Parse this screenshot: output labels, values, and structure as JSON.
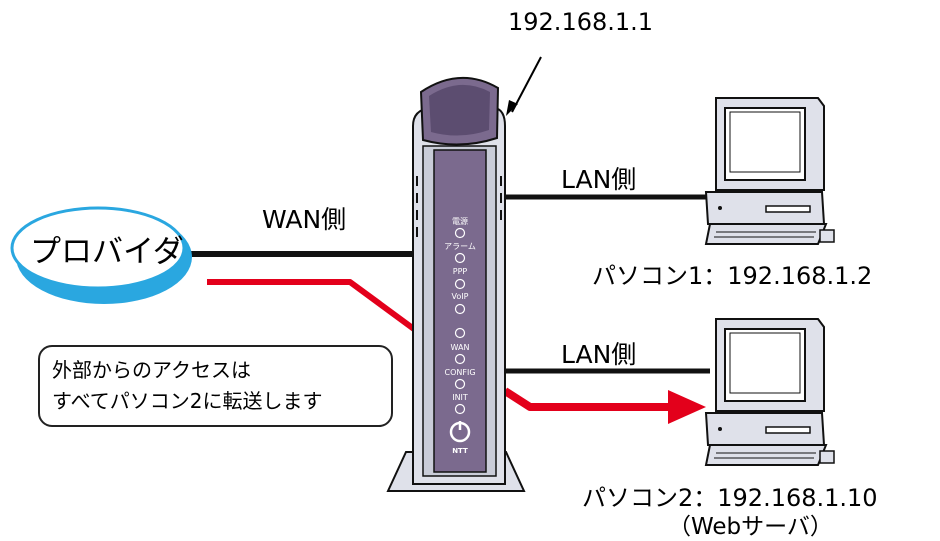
{
  "router": {
    "ip": "192.168.1.1",
    "leds": [
      "電源",
      "アラーム",
      "PPP",
      "VoIP",
      "WAN",
      "CONFIG",
      "INIT"
    ],
    "brand": "NTT"
  },
  "provider": {
    "label": "プロバイダ"
  },
  "wan": {
    "label": "WAN側"
  },
  "lan1": {
    "label": "LAN側"
  },
  "lan2": {
    "label": "LAN側"
  },
  "pc1": {
    "label": "パソコン1：192.168.1.2"
  },
  "pc2": {
    "label": "パソコン2：192.168.1.10",
    "sublabel": "（Webサーバ）"
  },
  "note": {
    "line1": "外部からのアクセスは",
    "line2": "すべてパソコン2に転送します"
  },
  "colors": {
    "cable": "#111111",
    "forward_arrow": "#e3001b",
    "router_body": "#7b6a8e",
    "router_dark": "#5c4d70",
    "cloud_blue": "#2aa7e0",
    "case": "#dfe1ea"
  }
}
